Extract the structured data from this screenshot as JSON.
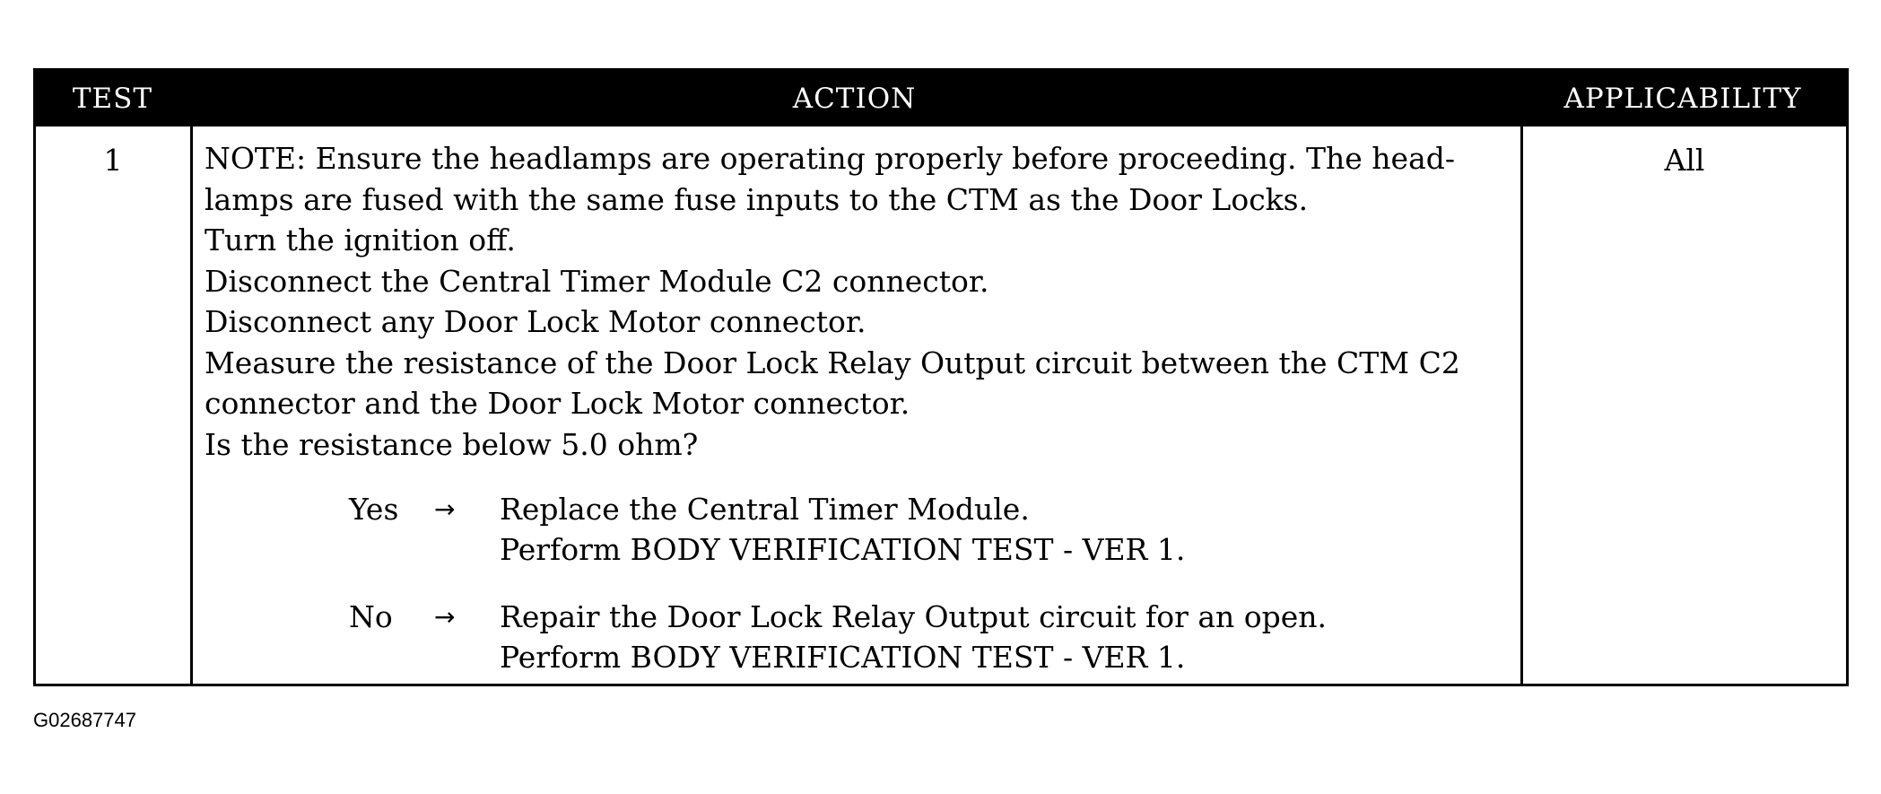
{
  "table": {
    "headers": {
      "test": "TEST",
      "action": "ACTION",
      "applicability": "APPLICABILITY"
    },
    "rows": [
      {
        "test": "1",
        "applicability": "All",
        "action_lines": [
          "NOTE: Ensure the headlamps are operating properly before proceeding. The head-",
          "lamps are fused with the same fuse inputs to the CTM as the Door Locks.",
          "Turn the ignition off.",
          "Disconnect the Central Timer Module C2 connector.",
          "Disconnect any Door Lock Motor connector.",
          "Measure the resistance of the Door Lock Relay Output circuit between the CTM C2",
          "connector and the Door Lock Motor connector.",
          "Is the resistance below 5.0 ohm?"
        ],
        "results": {
          "yes": {
            "answer": "Yes",
            "arrow": "→",
            "lines": [
              "Replace the Central Timer Module.",
              "Perform BODY VERIFICATION TEST - VER 1."
            ]
          },
          "no": {
            "answer": "No",
            "arrow": "→",
            "lines": [
              "Repair the Door Lock Relay Output circuit for an open.",
              "Perform BODY VERIFICATION TEST - VER 1."
            ]
          }
        }
      }
    ]
  },
  "figure_id": "G02687747"
}
